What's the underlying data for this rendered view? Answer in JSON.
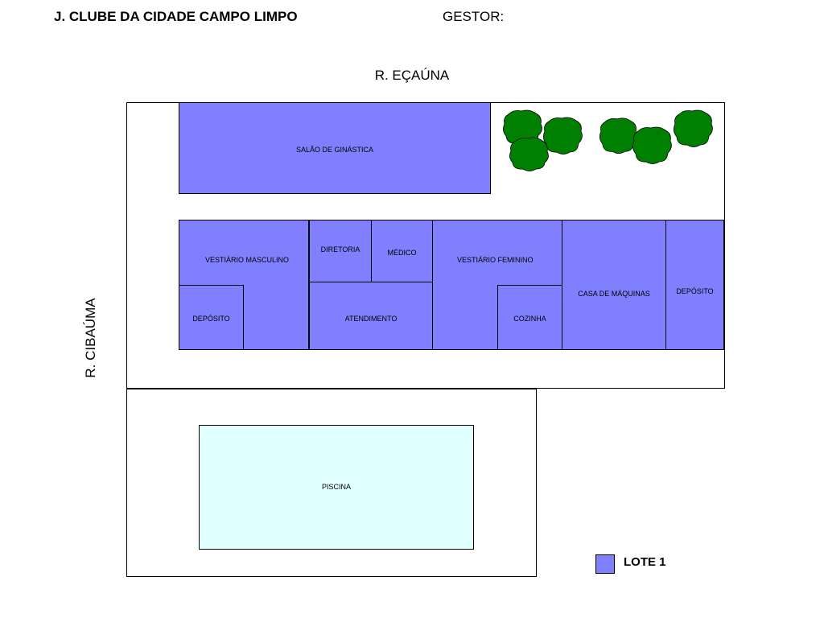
{
  "header": {
    "title": "J. CLUBE DA CIDADE CAMPO LIMPO",
    "manager_label": "GESTOR:"
  },
  "streets": {
    "top": "R. EÇAÚNA",
    "left": "R. CIBAÚMA"
  },
  "rooms": {
    "gym": "SALÃO DE GINÁSTICA",
    "mens_locker": "VESTIÁRIO MASCULINO",
    "storage_left": "DEPÓSITO",
    "board": "DIRETORIA",
    "medical": "MÉDICO",
    "reception": "ATENDIMENTO",
    "womens_locker": "VESTIÁRIO FEMININO",
    "kitchen": "COZINHA",
    "machine_room": "CASA DE MÁQUINAS",
    "storage_right": "DEPÓSITO",
    "pool": "PISCINA"
  },
  "legend": {
    "label": "LOTE 1",
    "color": "#8080ff"
  },
  "colors": {
    "building": "#8080ff",
    "pool": "#e0ffff",
    "tree": "#008000"
  },
  "icons": [
    "tree-icon"
  ]
}
